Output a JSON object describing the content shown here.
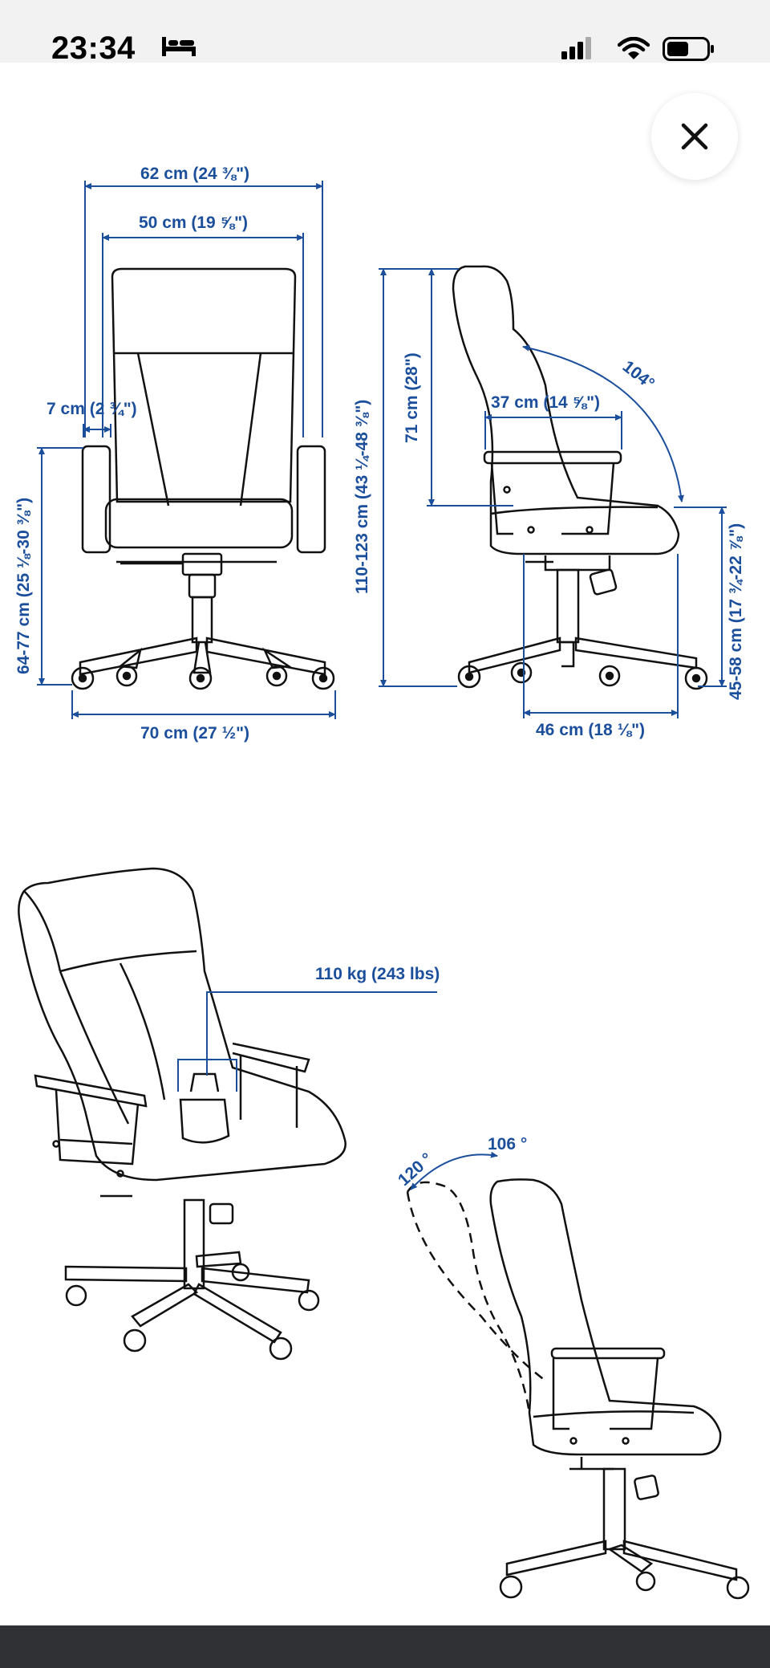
{
  "status_bar": {
    "time": "23:34",
    "icons": [
      "bed-icon",
      "cellular-signal-icon",
      "wifi-icon",
      "battery-icon"
    ]
  },
  "close_button": {
    "icon": "close-icon"
  },
  "dimensions": {
    "total_width": "62 cm (24 ⅜\")",
    "back_width": "50 cm (19 ⅝\")",
    "arm_width": "7 cm (2 ¾\")",
    "armrest_height": "64-77 cm (25 ⅛-30 ⅜\")",
    "base_width": "70 cm (27 ½\")",
    "total_height": "110-123 cm (43 ¼-48 ⅜\")",
    "back_height": "71 cm (28\")",
    "seat_depth": "37 cm (14 ⅝\")",
    "back_angle": "104°",
    "seat_height": "45-58 cm (17 ¾-22 ⅞\")",
    "total_depth": "46 cm (18 ⅛\")",
    "max_load": "110 kg (243 lbs)",
    "tilt_max": "120 °",
    "tilt_min": "106 °"
  },
  "colors": {
    "dimension_blue": "#1b4f9c",
    "line_art": "#111111"
  }
}
